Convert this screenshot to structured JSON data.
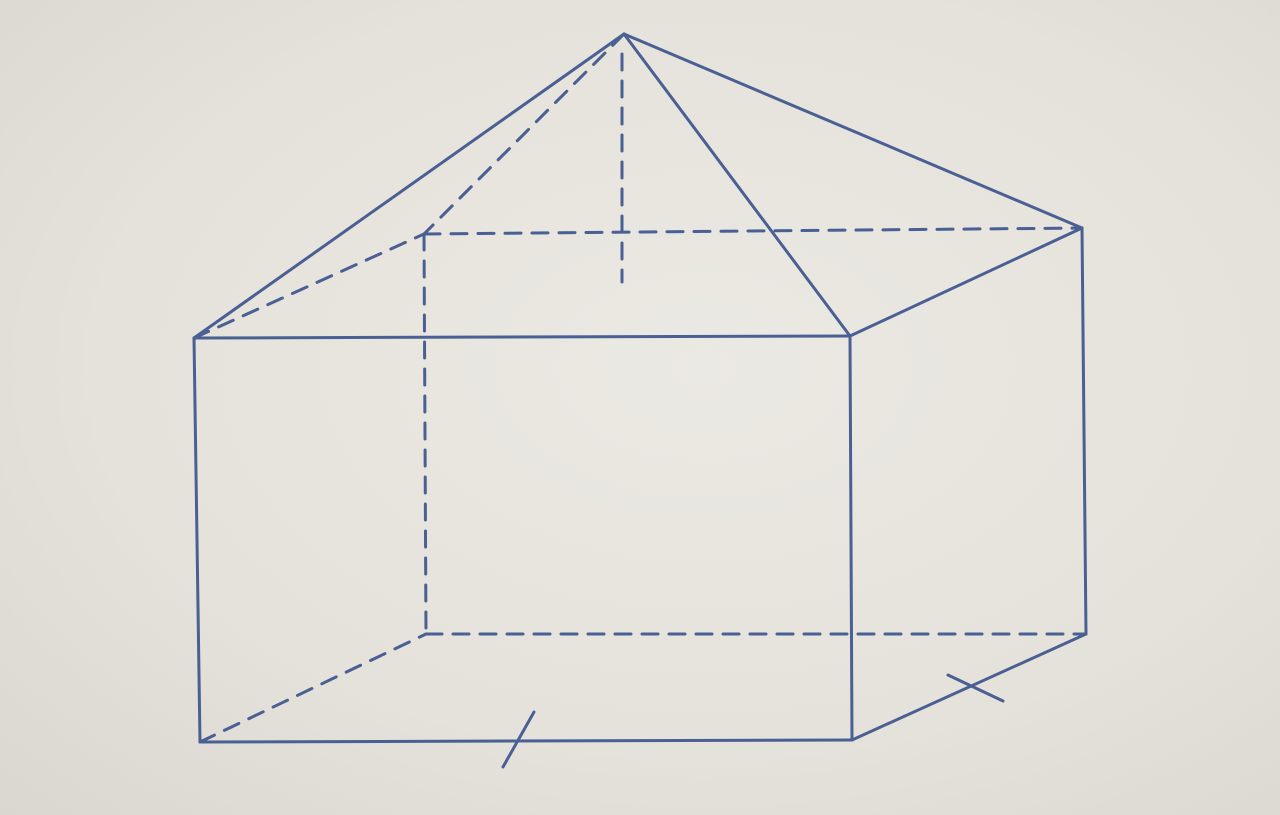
{
  "diagram": {
    "description_type": "geometric-solid",
    "colors": {
      "line": "#4a5f93",
      "background": "#e6e4dd"
    },
    "vertices": [
      "apex",
      "roof-front-left",
      "roof-front-right",
      "roof-back-left",
      "roof-back-right",
      "base-front-left",
      "base-front-right",
      "base-back-left",
      "base-back-right"
    ],
    "edges": [
      {
        "name": "edge-apex-to-front-left",
        "from": "apex",
        "to": "roof-front-left",
        "style": "solid"
      },
      {
        "name": "edge-apex-to-front-right",
        "from": "apex",
        "to": "roof-front-right",
        "style": "solid"
      },
      {
        "name": "edge-apex-to-back-right",
        "from": "apex",
        "to": "roof-back-right",
        "style": "solid"
      },
      {
        "name": "edge-apex-to-back-left",
        "from": "apex",
        "to": "roof-back-left",
        "style": "dashed"
      },
      {
        "name": "edge-roof-front",
        "from": "roof-front-left",
        "to": "roof-front-right",
        "style": "solid"
      },
      {
        "name": "edge-roof-right",
        "from": "roof-front-right",
        "to": "roof-back-right",
        "style": "solid"
      },
      {
        "name": "edge-roof-back",
        "from": "roof-back-left",
        "to": "roof-back-right",
        "style": "dashed"
      },
      {
        "name": "edge-roof-left",
        "from": "roof-front-left",
        "to": "roof-back-left",
        "style": "dashed"
      },
      {
        "name": "edge-front-left-vertical",
        "from": "roof-front-left",
        "to": "base-front-left",
        "style": "solid"
      },
      {
        "name": "edge-front-right-vertical",
        "from": "roof-front-right",
        "to": "base-front-right",
        "style": "solid"
      },
      {
        "name": "edge-back-right-vertical",
        "from": "roof-back-right",
        "to": "base-back-right",
        "style": "solid"
      },
      {
        "name": "edge-back-left-vertical",
        "from": "roof-back-left",
        "to": "base-back-left",
        "style": "dashed"
      },
      {
        "name": "edge-base-front",
        "from": "base-front-left",
        "to": "base-front-right",
        "style": "solid"
      },
      {
        "name": "edge-base-right",
        "from": "base-front-right",
        "to": "base-back-right",
        "style": "solid"
      },
      {
        "name": "edge-base-back",
        "from": "base-back-left",
        "to": "base-back-right",
        "style": "dashed"
      },
      {
        "name": "edge-base-left",
        "from": "base-front-left",
        "to": "base-back-left",
        "style": "dashed"
      }
    ],
    "markings": [
      {
        "name": "tick-mark-front-base",
        "on_edge": "edge-base-front",
        "count": 1
      },
      {
        "name": "tick-mark-right-base",
        "on_edge": "edge-base-right",
        "count": 1
      }
    ],
    "hidden_lines": [
      {
        "name": "pyramid-height-line",
        "from": "apex",
        "style": "dashed"
      }
    ]
  }
}
